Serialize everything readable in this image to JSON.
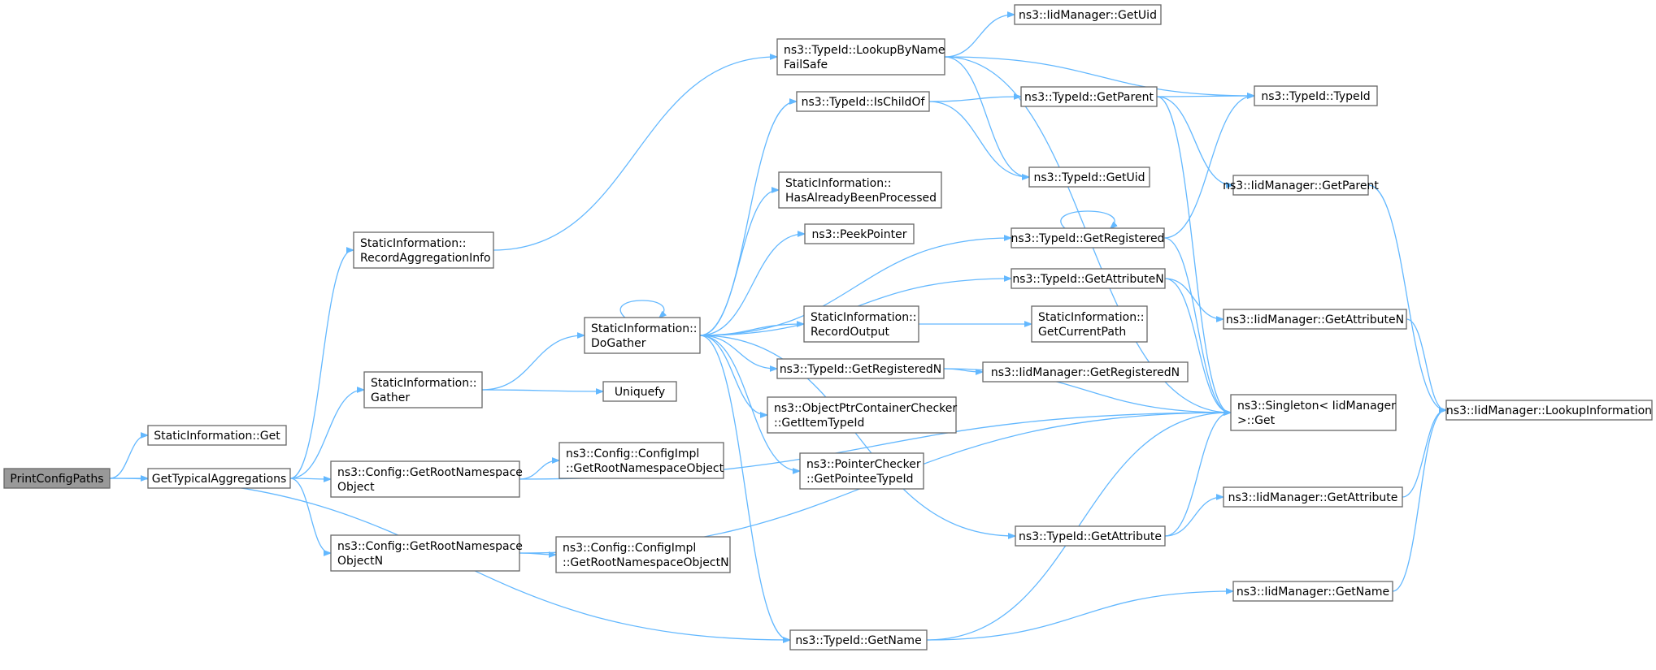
{
  "colors": {
    "edge": "#63b8ff",
    "node_border": "#666666",
    "root_fill": "#999999",
    "node_fill": "#ffffff"
  },
  "nodes": {
    "PrintConfigPaths": [
      "PrintConfigPaths"
    ],
    "SI_Get": [
      "StaticInformation::Get"
    ],
    "GetTypicalAggregations": [
      "GetTypicalAggregations"
    ],
    "RecordAggregationInfo": [
      "StaticInformation::",
      "RecordAggregationInfo"
    ],
    "Gather": [
      "StaticInformation::",
      "Gather"
    ],
    "GetRootNamespaceObject": [
      "ns3::Config::GetRootNamespace",
      "Object"
    ],
    "GetRootNamespaceObjectN": [
      "ns3::Config::GetRootNamespace",
      "ObjectN"
    ],
    "DoGather": [
      "StaticInformation::",
      "DoGather"
    ],
    "Uniquefy": [
      "Uniquefy"
    ],
    "CI_GetRootNamespaceObject": [
      "ns3::Config::ConfigImpl",
      "::GetRootNamespaceObject"
    ],
    "CI_GetRootNamespaceObjectN": [
      "ns3::Config::ConfigImpl",
      "::GetRootNamespaceObjectN"
    ],
    "LookupByNameFailSafe": [
      "ns3::TypeId::LookupByName",
      "FailSafe"
    ],
    "IsChildOf": [
      "ns3::TypeId::IsChildOf"
    ],
    "HasAlreadyBeenProcessed": [
      "StaticInformation::",
      "HasAlreadyBeenProcessed"
    ],
    "PeekPointer": [
      "ns3::PeekPointer"
    ],
    "RecordOutput": [
      "StaticInformation::",
      "RecordOutput"
    ],
    "GetRegisteredN": [
      "ns3::TypeId::GetRegisteredN"
    ],
    "GetItemTypeId": [
      "ns3::ObjectPtrContainerChecker",
      "::GetItemTypeId"
    ],
    "GetPointeeTypeId": [
      "ns3::PointerChecker",
      "::GetPointeeTypeId"
    ],
    "TI_GetName": [
      "ns3::TypeId::GetName"
    ],
    "IM_GetUid": [
      "ns3::IidManager::GetUid"
    ],
    "TI_GetParent": [
      "ns3::TypeId::GetParent"
    ],
    "TI_GetUid": [
      "ns3::TypeId::GetUid"
    ],
    "GetRegistered": [
      "ns3::TypeId::GetRegistered"
    ],
    "TI_GetAttributeN": [
      "ns3::TypeId::GetAttributeN"
    ],
    "GetCurrentPath": [
      "StaticInformation::",
      "GetCurrentPath"
    ],
    "IM_GetRegisteredN": [
      "ns3::IidManager::GetRegisteredN"
    ],
    "TI_GetAttribute": [
      "ns3::TypeId::GetAttribute"
    ],
    "TypeId_ctor": [
      "ns3::TypeId::TypeId"
    ],
    "IM_GetParent": [
      "ns3::IidManager::GetParent"
    ],
    "IM_GetAttributeN": [
      "ns3::IidManager::GetAttributeN"
    ],
    "Singleton_Get": [
      "ns3::Singleton< IidManager",
      " >::Get"
    ],
    "IM_GetAttribute": [
      "ns3::IidManager::GetAttribute"
    ],
    "IM_GetName": [
      "ns3::IidManager::GetName"
    ],
    "LookupInformation": [
      "ns3::IidManager::LookupInformation"
    ]
  },
  "edges": [
    [
      "PrintConfigPaths",
      "SI_Get"
    ],
    [
      "PrintConfigPaths",
      "GetTypicalAggregations"
    ],
    [
      "PrintConfigPaths",
      "TI_GetName"
    ],
    [
      "GetTypicalAggregations",
      "RecordAggregationInfo"
    ],
    [
      "GetTypicalAggregations",
      "Gather"
    ],
    [
      "GetTypicalAggregations",
      "GetRootNamespaceObject"
    ],
    [
      "GetTypicalAggregations",
      "GetRootNamespaceObjectN"
    ],
    [
      "RecordAggregationInfo",
      "LookupByNameFailSafe"
    ],
    [
      "Gather",
      "DoGather"
    ],
    [
      "Gather",
      "Uniquefy"
    ],
    [
      "GetRootNamespaceObject",
      "CI_GetRootNamespaceObject"
    ],
    [
      "GetRootNamespaceObject",
      "Singleton_Get"
    ],
    [
      "GetRootNamespaceObjectN",
      "CI_GetRootNamespaceObjectN"
    ],
    [
      "GetRootNamespaceObjectN",
      "Singleton_Get"
    ],
    [
      "DoGather",
      "DoGather"
    ],
    [
      "DoGather",
      "IsChildOf"
    ],
    [
      "DoGather",
      "GetRegistered"
    ],
    [
      "DoGather",
      "HasAlreadyBeenProcessed"
    ],
    [
      "DoGather",
      "PeekPointer"
    ],
    [
      "DoGather",
      "TI_GetAttributeN"
    ],
    [
      "DoGather",
      "RecordOutput"
    ],
    [
      "DoGather",
      "GetRegisteredN"
    ],
    [
      "DoGather",
      "GetItemTypeId"
    ],
    [
      "DoGather",
      "GetPointeeTypeId"
    ],
    [
      "DoGather",
      "TI_GetAttribute"
    ],
    [
      "DoGather",
      "TI_GetName"
    ],
    [
      "LookupByNameFailSafe",
      "IM_GetUid"
    ],
    [
      "LookupByNameFailSafe",
      "TypeId_ctor"
    ],
    [
      "LookupByNameFailSafe",
      "TI_GetUid"
    ],
    [
      "LookupByNameFailSafe",
      "Singleton_Get"
    ],
    [
      "IsChildOf",
      "TI_GetParent"
    ],
    [
      "IsChildOf",
      "TI_GetUid"
    ],
    [
      "TI_GetParent",
      "TypeId_ctor"
    ],
    [
      "TI_GetParent",
      "IM_GetParent"
    ],
    [
      "TI_GetParent",
      "Singleton_Get"
    ],
    [
      "GetRegistered",
      "GetRegistered"
    ],
    [
      "GetRegistered",
      "TypeId_ctor"
    ],
    [
      "GetRegistered",
      "Singleton_Get"
    ],
    [
      "TI_GetAttributeN",
      "IM_GetAttributeN"
    ],
    [
      "TI_GetAttributeN",
      "Singleton_Get"
    ],
    [
      "RecordOutput",
      "GetCurrentPath"
    ],
    [
      "GetRegisteredN",
      "IM_GetRegisteredN"
    ],
    [
      "GetRegisteredN",
      "Singleton_Get"
    ],
    [
      "TI_GetAttribute",
      "IM_GetAttribute"
    ],
    [
      "TI_GetAttribute",
      "Singleton_Get"
    ],
    [
      "TI_GetName",
      "IM_GetName"
    ],
    [
      "TI_GetName",
      "Singleton_Get"
    ],
    [
      "IM_GetParent",
      "LookupInformation"
    ],
    [
      "IM_GetAttributeN",
      "LookupInformation"
    ],
    [
      "IM_GetAttribute",
      "LookupInformation"
    ],
    [
      "IM_GetName",
      "LookupInformation"
    ]
  ]
}
